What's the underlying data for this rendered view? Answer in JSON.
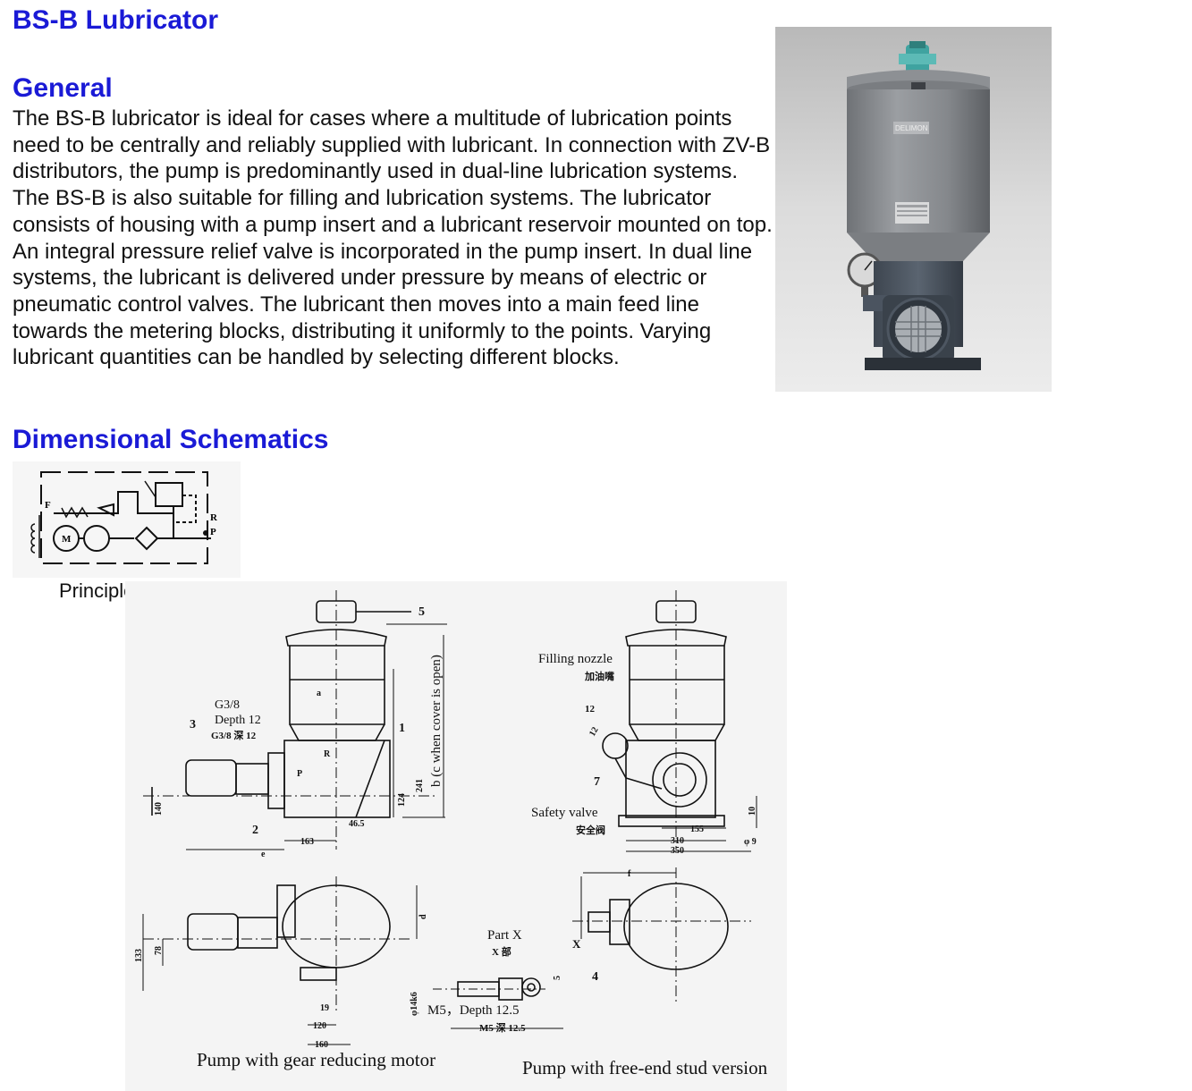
{
  "page": {
    "title": "BS-B Lubricator",
    "general_heading": "General",
    "general_text": "The BS-B lubricator is ideal for cases where a multitude of lubrication points need to be centrally and reliably supplied with lubricant. In connection with ZV-B distributors, the pump is predominantly used in dual-line lubrication systems. The BS-B is also suitable for filling and lubrication systems. The lubricator consists of housing with a pump insert and a lubricant reservoir mounted on top. An integral pressure relief valve is incorporated in the pump insert. In dual line systems, the lubricant is delivered under pressure by means of electric or pneumatic control valves. The lubricant then moves into a main feed line towards the metering blocks, distributing it uniformly to the points. Varying lubricant quantities can be handled by selecting different blocks.",
    "schematics_heading": "Dimensional Schematics"
  },
  "photo": {
    "brand_label": "DELIMON"
  },
  "principle": {
    "caption": "Principle",
    "labels": {
      "f": "F",
      "m": "M",
      "r": "R",
      "p": "P"
    }
  },
  "drawing": {
    "callouts": {
      "c1": "1",
      "c2": "2",
      "c3": "3",
      "c4": "4",
      "c5": "5",
      "c7": "7",
      "c12": "12"
    },
    "g38": "G3/8",
    "depth12": "Depth 12",
    "g38_cn": "G3/8 深 12",
    "cover_note": "b (c when cover is open)",
    "filling_nozzle": "Filling nozzle",
    "filling_nozzle_cn": "加油嘴",
    "safety_valve": "Safety valve",
    "safety_valve_cn": "安全阀",
    "part_x": "Part X",
    "part_x_cn": "X 部",
    "m5": "M5，Depth 12.5",
    "m5_cn": "M5  深 12.5",
    "caption_left": "Pump with gear reducing motor",
    "caption_right": "Pump with free-end stud version",
    "dims": {
      "a": "a",
      "d": "d",
      "e": "e",
      "f": "f",
      "X": "X",
      "R": "R",
      "P": "P",
      "d140": "140",
      "d241": "241",
      "d124": "124",
      "d163": "163",
      "d46_5": "46.5",
      "d155": "155",
      "d310": "310",
      "d350": "350",
      "d10": "10",
      "phi9": "φ 9",
      "d133": "133",
      "d78": "78",
      "d19": "19",
      "d120": "120",
      "d160": "160",
      "phi14k6": "φ14k6",
      "d5": "5",
      "d12b": "12"
    }
  }
}
